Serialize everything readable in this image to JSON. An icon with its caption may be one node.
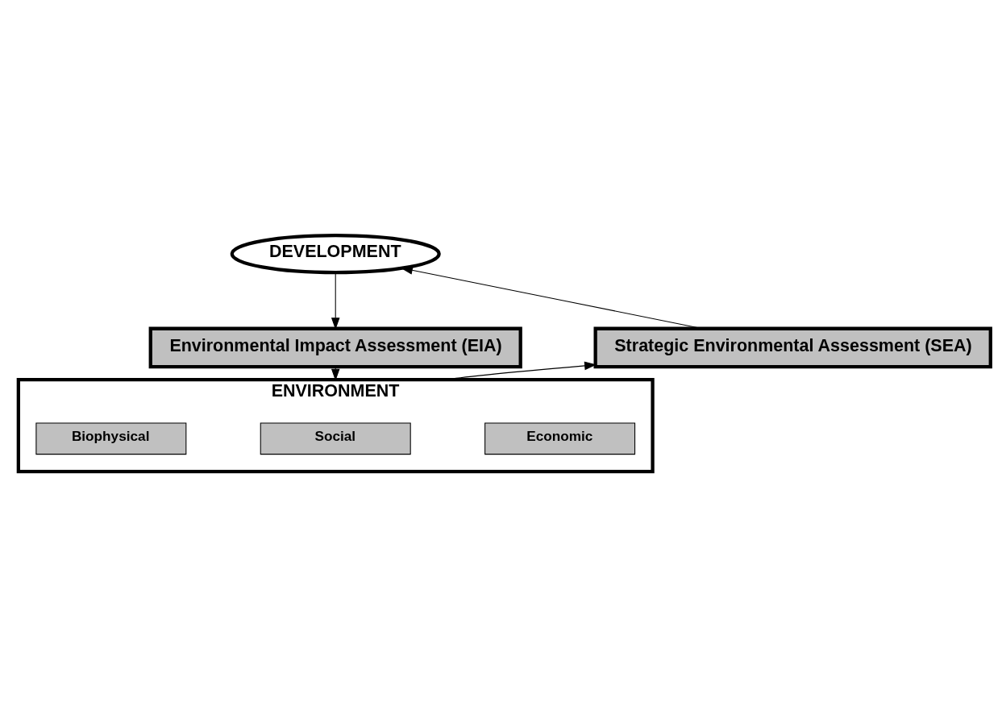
{
  "diagram": {
    "nodes": [
      {
        "text": [
          "DEVELOPMENT"
        ]
      },
      {
        "text": [
          "Environmental Impact Assessment (EIA)"
        ]
      },
      {
        "text": [
          "Strategic Environmental Assessment (SEA)"
        ]
      },
      {
        "text": [
          "ENVIRONMENT"
        ]
      },
      {
        "text": [
          "Economic"
        ],
        "in": 3
      },
      {
        "text": [
          "Social"
        ],
        "in": 3
      },
      {
        "text": [
          "Biophysical"
        ],
        "in": 3
      }
    ],
    "edges": [
      {
        "from": 0,
        "to": 1,
        "arrow": "to"
      },
      {
        "from": 1,
        "to": 3,
        "arrow": "to"
      },
      {
        "from": 3,
        "to": 2,
        "arrow": "to"
      },
      {
        "from": 2,
        "to": 0,
        "arrow": "to"
      }
    ]
  }
}
